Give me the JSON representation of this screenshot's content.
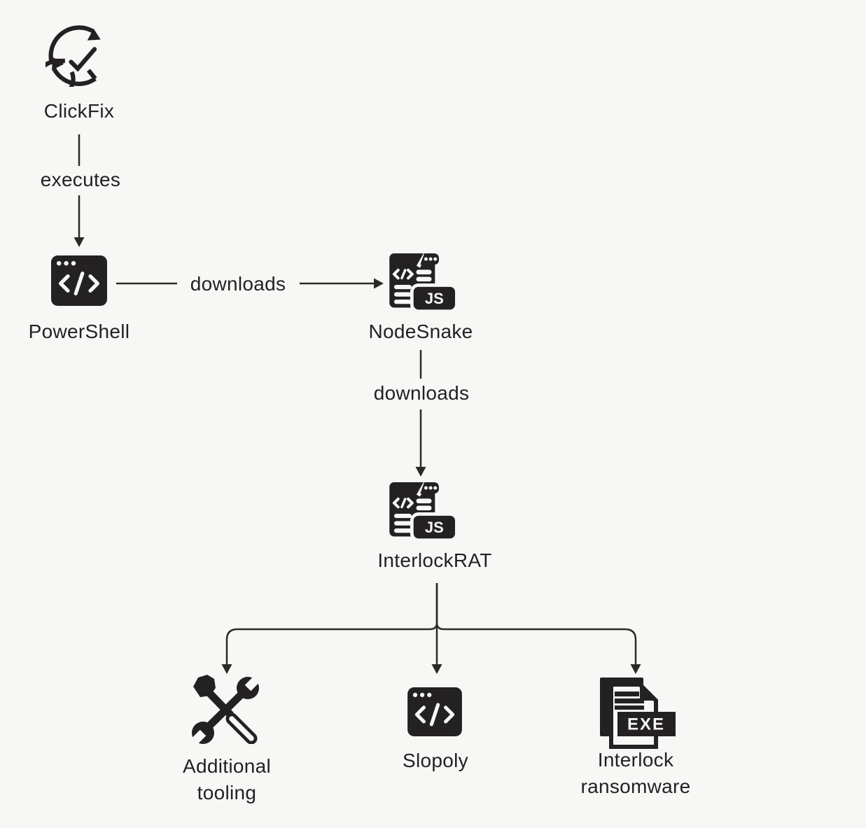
{
  "page": {
    "background": "#f7f7f5",
    "ink": "#242122"
  },
  "diagram": {
    "nodes": [
      {
        "id": "clickfix",
        "label": "ClickFix",
        "icon": "sync-check-icon"
      },
      {
        "id": "powershell",
        "label": "PowerShell",
        "icon": "code-window-icon"
      },
      {
        "id": "nodesnake",
        "label": "NodeSnake",
        "icon": "js-script-window-icon",
        "badge": "JS"
      },
      {
        "id": "interlockrat",
        "label": "InterlockRAT",
        "icon": "js-script-window-icon",
        "badge": "JS"
      },
      {
        "id": "additional-tooling",
        "label": "Additional tooling",
        "lines": [
          "Additional",
          "tooling"
        ],
        "icon": "tools-icon"
      },
      {
        "id": "slopoly",
        "label": "Slopoly",
        "icon": "code-window-icon"
      },
      {
        "id": "interlock-ransomware",
        "label": "Interlock ransomware",
        "lines": [
          "Interlock",
          "ransomware"
        ],
        "icon": "exe-file-icon",
        "badge": "EXE"
      }
    ],
    "edges": [
      {
        "from": "clickfix",
        "to": "powershell",
        "label": "executes"
      },
      {
        "from": "powershell",
        "to": "nodesnake",
        "label": "downloads"
      },
      {
        "from": "nodesnake",
        "to": "interlockrat",
        "label": "downloads"
      },
      {
        "from": "interlockrat",
        "to": "additional-tooling",
        "label": ""
      },
      {
        "from": "interlockrat",
        "to": "slopoly",
        "label": ""
      },
      {
        "from": "interlockrat",
        "to": "interlock-ransomware",
        "label": ""
      }
    ]
  }
}
